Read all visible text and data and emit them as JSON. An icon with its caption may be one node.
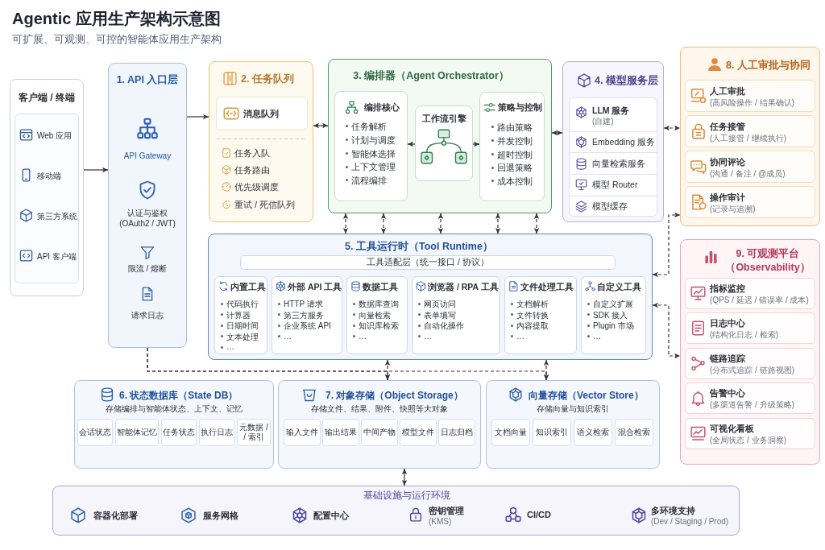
{
  "diagram": {
    "title": "Agentic 应用生产架构示意图",
    "nodes": [
      {
        "text": [
          "客户端 / 终端"
        ]
      },
      {
        "text": [
          "Web 应用",
          "移动端",
          "第三方系统",
          "API 客户端"
        ],
        "in": 0
      },
      {
        "text": [
          "1. API 入口层",
          "API Gateway",
          "认证与鉴权 (OAuth2 / JWT)",
          "限流 / 熔断",
          "请求日志"
        ]
      },
      {
        "text": [
          "2. 任务队列",
          "任务入队",
          "任务路由",
          "优先级调度",
          "重试 / 死信队列"
        ]
      },
      {
        "text": [
          "消息队列"
        ],
        "in": 3
      },
      {
        "text": [
          "3. 编排器（Agent Orchestrator）"
        ]
      },
      {
        "text": [
          "编排核心",
          "任务解析",
          "计划与调度",
          "智能体选择",
          "上下文管理",
          "流程编排"
        ],
        "in": 5
      },
      {
        "text": [
          "工作流引擎"
        ],
        "in": 5
      },
      {
        "text": [
          "策略与控制",
          "路由策略",
          "并发控制",
          "超时控制",
          "回退策略",
          "成本控制"
        ],
        "in": 5
      },
      {
        "text": [
          "4. 模型服务层"
        ]
      },
      {
        "text": [
          "LLM 服务",
          "(自建)",
          "Embedding 服务",
          "向量检索服务",
          "模型 Router",
          "模型缓存"
        ],
        "in": 9
      },
      {
        "text": [
          "8. 人工审批与协同"
        ]
      },
      {
        "text": [
          "人工审批",
          "(高风险操作 / 结果确认)"
        ],
        "in": 11
      },
      {
        "text": [
          "任务接管",
          "(人工接管 / 继续执行)"
        ],
        "in": 11
      },
      {
        "text": [
          "协同评论",
          "(沟通 / 备注 / @成员)"
        ],
        "in": 11
      },
      {
        "text": [
          "操作审计",
          "(记录与追溯)"
        ],
        "in": 11
      },
      {
        "text": [
          "5. 工具运行时（Tool Runtime）"
        ]
      },
      {
        "text": [
          "工具适配层（统一接口 / 协议）"
        ],
        "in": 16
      },
      {
        "text": [
          "内置工具",
          "代码执行",
          "计算器",
          "日期时间",
          "文本处理",
          "…"
        ],
        "in": 16
      },
      {
        "text": [
          "外部 API 工具",
          "HTTP 请求",
          "第三方服务",
          "企业系统 API",
          "…"
        ],
        "in": 16
      },
      {
        "text": [
          "数据工具",
          "数据库查询",
          "向量检索",
          "知识库检索",
          "…"
        ],
        "in": 16
      },
      {
        "text": [
          "浏览器 / RPA 工具",
          "网页访问",
          "表单填写",
          "自动化操作",
          "…"
        ],
        "in": 16
      },
      {
        "text": [
          "文件处理工具",
          "文档解析",
          "文件转换",
          "内容提取",
          "…"
        ],
        "in": 16
      },
      {
        "text": [
          "自定义工具",
          "自定义扩展",
          "SDK 接入",
          "Plugin 市场",
          "…"
        ],
        "in": 16
      },
      {
        "text": [
          "9. 可观测平台（Observability）"
        ]
      },
      {
        "text": [
          "指标监控",
          "(QPS / 延迟 / 错误率 / 成本)"
        ],
        "in": 24
      },
      {
        "text": [
          "日志中心",
          "(结构化日志 / 检索)"
        ],
        "in": 24
      },
      {
        "text": [
          "链路追踪",
          "(分布式追踪 / 链路视图)"
        ],
        "in": 24
      },
      {
        "text": [
          "告警中心",
          "(多渠道告警 / 升级策略)"
        ],
        "in": 24
      },
      {
        "text": [
          "可视化看板",
          "(全局状态 / 业务洞察)"
        ],
        "in": 24
      },
      {
        "text": [
          "6. 状态数据库（State DB）",
          "存储编排与智能体状态、上下文、记忆"
        ]
      },
      {
        "text": [
          "会话状态"
        ],
        "in": 30
      },
      {
        "text": [
          "智能体记忆"
        ],
        "in": 30
      },
      {
        "text": [
          "任务状态"
        ],
        "in": 30
      },
      {
        "text": [
          "执行日志"
        ],
        "in": 30
      },
      {
        "text": [
          "元数据 / / 索引"
        ],
        "in": 30
      },
      {
        "text": [
          "7. 对象存储（Object Storage）",
          "存储文件、结果、附件、快照等大对象"
        ]
      },
      {
        "text": [
          "输入文件"
        ],
        "in": 36
      },
      {
        "text": [
          "输出结果"
        ],
        "in": 36
      },
      {
        "text": [
          "中间产物"
        ],
        "in": 36
      },
      {
        "text": [
          "模型文件"
        ],
        "in": 36
      },
      {
        "text": [
          "日志归档"
        ],
        "in": 36
      },
      {
        "text": [
          "向量存储（Vector Store）",
          "存储向量与知识索引"
        ]
      },
      {
        "text": [
          "文档向量"
        ],
        "in": 42
      },
      {
        "text": [
          "知识索引"
        ],
        "in": 42
      },
      {
        "text": [
          "语义检索"
        ],
        "in": 42
      },
      {
        "text": [
          "混合检索"
        ],
        "in": 42
      },
      {
        "text": [
          "基础设施与运行环境",
          "容器化部署",
          "服务网格",
          "配置中心",
          "密钥管理",
          "(KMS)",
          "CI/CD",
          "多环境支持",
          "(Dev / Staging / Prod)"
        ]
      }
    ],
    "edges": [
      {
        "from": 0,
        "to": 2,
        "arrow": "to"
      },
      {
        "from": 2,
        "to": 3,
        "arrow": "to"
      },
      {
        "from": 3,
        "to": 5,
        "arrow": "both"
      },
      {
        "from": 7,
        "to": 6,
        "arrow": "to"
      },
      {
        "from": 7,
        "to": 8,
        "arrow": "to"
      },
      {
        "from": 5,
        "to": 9,
        "arrow": "both"
      },
      {
        "from": 9,
        "to": 11,
        "arrow": "both",
        "style": "dashed"
      },
      {
        "from": 5,
        "to": 16,
        "arrow": "both",
        "style": "dashed"
      },
      {
        "from": 5,
        "to": 16,
        "arrow": "both",
        "style": "dashed"
      },
      {
        "from": 5,
        "to": 16,
        "arrow": "both",
        "style": "dashed"
      },
      {
        "from": 5,
        "to": 16,
        "arrow": "both",
        "style": "dashed"
      },
      {
        "from": 5,
        "to": 16,
        "arrow": "both",
        "style": "dashed"
      },
      {
        "from": 16,
        "to": 11,
        "arrow": "both",
        "style": "dashed"
      },
      {
        "from": 16,
        "to": 24,
        "arrow": "both",
        "style": "dashed"
      },
      {
        "from": 2,
        "to": 36,
        "arrow": "to",
        "style": "dashed"
      },
      {
        "from": 2,
        "to": 42,
        "arrow": "to",
        "style": "dashed"
      },
      {
        "from": 16,
        "to": 36,
        "arrow": "both",
        "style": "dashed"
      },
      {
        "from": 16,
        "to": 42,
        "arrow": "both",
        "style": "dashed"
      },
      {
        "from": 36,
        "to": 47,
        "arrow": "both"
      }
    ],
    "labels": [
      "可扩展、可观测、可控的智能体应用生产架构"
    ]
  }
}
